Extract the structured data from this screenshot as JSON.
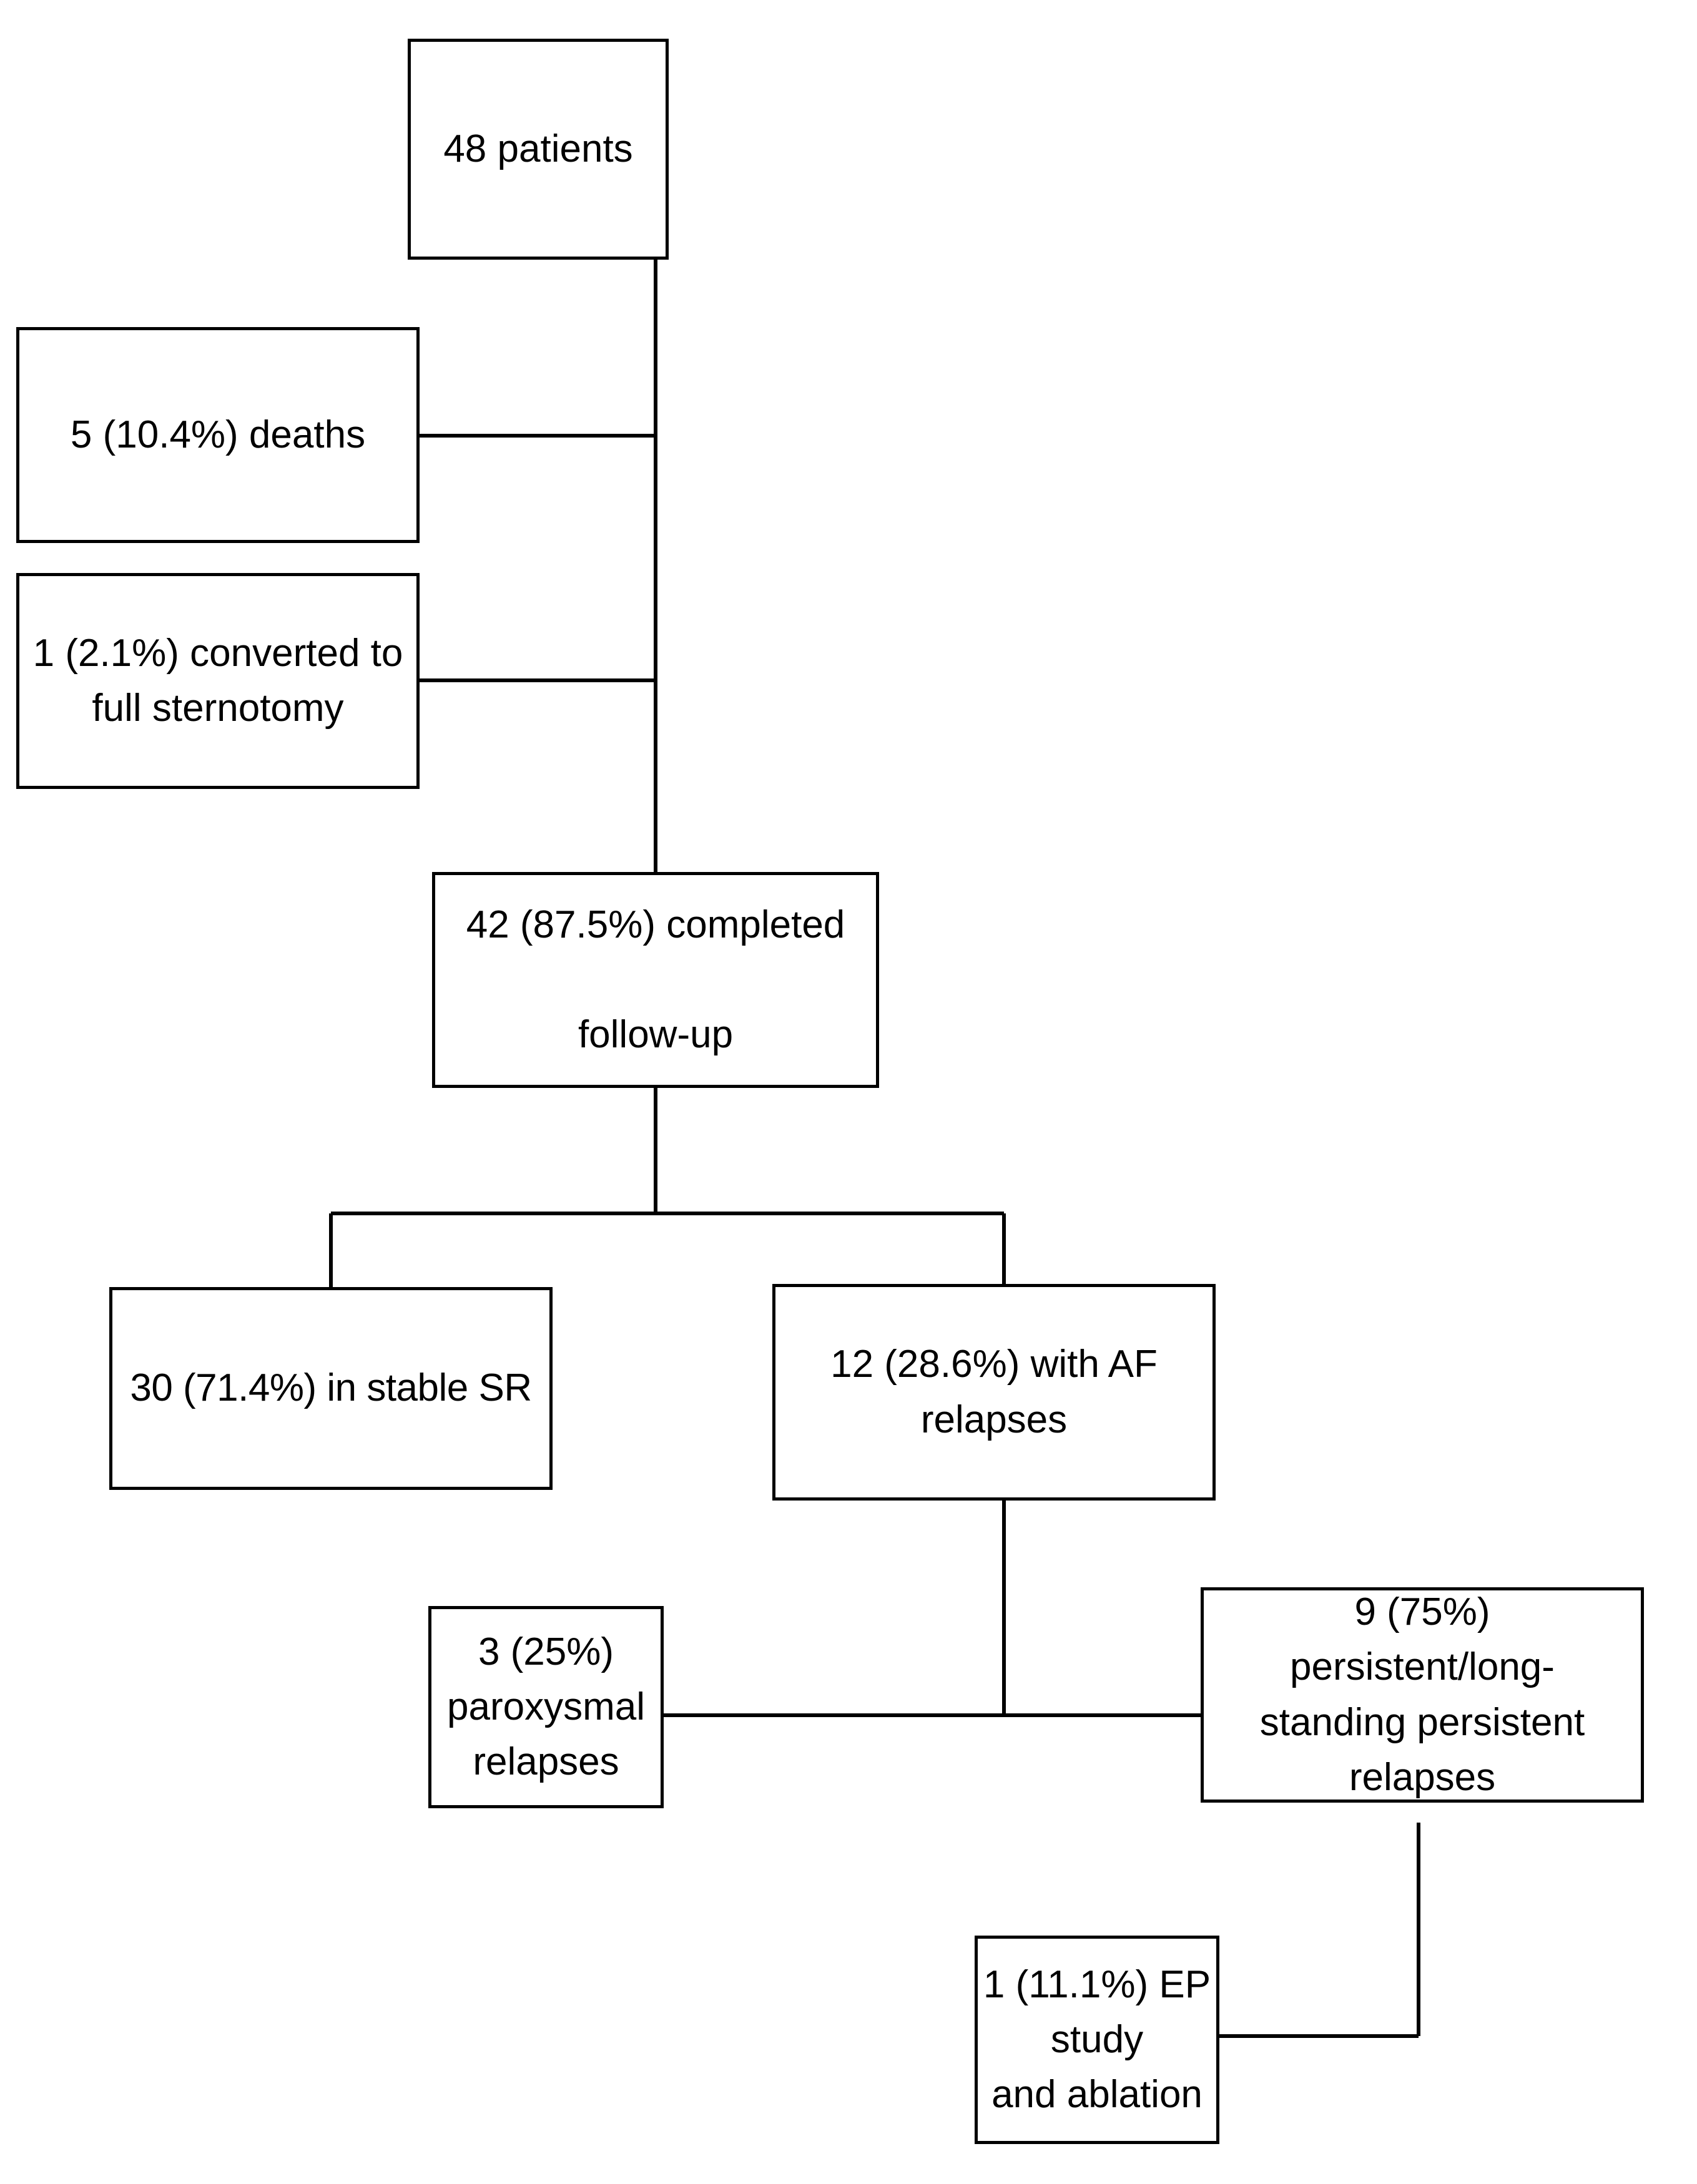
{
  "diagram": {
    "type": "flowchart",
    "title": "Patient follow-up flow diagram",
    "background_color": "#ffffff",
    "line_color": "#000000",
    "text_color": "#000000",
    "nodes": {
      "total_patients": {
        "label": "48 patients",
        "count": 48
      },
      "deaths": {
        "label": "5 (10.4%) deaths",
        "count": 5,
        "percent": "10.4%"
      },
      "converted": {
        "label": "1 (2.1%) converted to\nfull sternotomy",
        "count": 1,
        "percent": "2.1%"
      },
      "completed_followup": {
        "label": "42 (87.5%) completed\n\nfollow-up",
        "count": 42,
        "percent": "87.5%"
      },
      "stable_sr": {
        "label": "30 (71.4%) in stable SR",
        "count": 30,
        "percent": "71.4%"
      },
      "af_relapses": {
        "label": "12 (28.6%) with AF\nrelapses",
        "count": 12,
        "percent": "28.6%"
      },
      "paroxysmal_relapses": {
        "label": "3 (25%) paroxysmal\nrelapses",
        "count": 3,
        "percent": "25%"
      },
      "persistent_relapses": {
        "label": "9 (75%)\npersistent/long-\nstanding persistent\nrelapses",
        "count": 9,
        "percent": "75%"
      },
      "ep_study_ablation": {
        "label": "1 (11.1%) EP study\nand ablation",
        "count": 1,
        "percent": "11.1%"
      }
    }
  }
}
